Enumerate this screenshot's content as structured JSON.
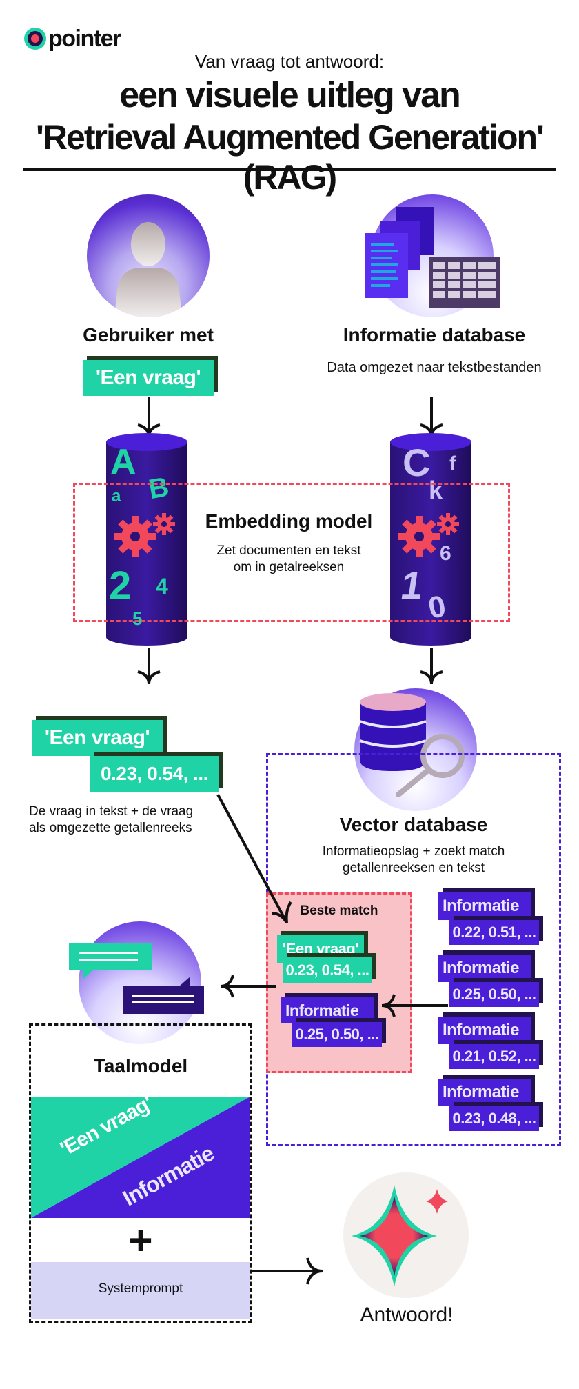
{
  "brand": {
    "name": "pointer"
  },
  "header": {
    "kicker": "Van vraag tot antwoord:",
    "title_line1": "een visuele uitleg van",
    "title_line2": "'Retrieval Augmented Generation' (RAG)"
  },
  "user": {
    "title": "Gebruiker met",
    "tag": "'Een vraag'"
  },
  "database": {
    "title": "Informatie database",
    "subtitle": "Data omgezet naar tekstbestanden"
  },
  "embedding": {
    "title": "Embedding model",
    "desc_line1": "Zet documenten en tekst",
    "desc_line2": "om in getalreeksen"
  },
  "left_glyphs": [
    "A",
    "a",
    "B",
    "2",
    "4",
    "5"
  ],
  "right_glyphs": [
    "C",
    "k",
    "f",
    "6",
    "1",
    "0"
  ],
  "query": {
    "tag": "'Een vraag'",
    "vector": "0.23, 0.54, ...",
    "desc_line1": "De vraag in tekst + de vraag",
    "desc_line2": "als omgezette getallenreeks"
  },
  "vector_db": {
    "title": "Vector database",
    "desc_line1": "Informatieopslag + zoekt match",
    "desc_line2": "getallenreeksen en tekst",
    "items": [
      {
        "label": "Informatie",
        "vector": "0.22, 0.51, ..."
      },
      {
        "label": "Informatie",
        "vector": "0.25, 0.50, ..."
      },
      {
        "label": "Informatie",
        "vector": "0.21, 0.52, ..."
      },
      {
        "label": "Informatie",
        "vector": "0.23, 0.48, ..."
      }
    ]
  },
  "best_match": {
    "title": "Beste match",
    "query_tag": "'Een vraag'",
    "query_vector": "0.23, 0.54, ...",
    "info_label": "Informatie",
    "info_vector": "0.25, 0.50, ..."
  },
  "llm": {
    "title": "Taalmodel",
    "tag_question": "'Een vraag'",
    "tag_info": "Informatie",
    "plus": "+",
    "systemprompt": "Systemprompt"
  },
  "answer": {
    "title": "Antwoord!"
  },
  "colors": {
    "green": "#1fd3a6",
    "purple": "#4b1ed8",
    "red": "#f2485b",
    "dark_navy": "#22124e"
  },
  "icons": [
    "logo-ring-icon",
    "person-icon",
    "documents-icon",
    "table-icon",
    "gear-icon",
    "database-icon",
    "magnifier-icon",
    "chat-bubbles-icon",
    "sparkle-star-icon"
  ]
}
